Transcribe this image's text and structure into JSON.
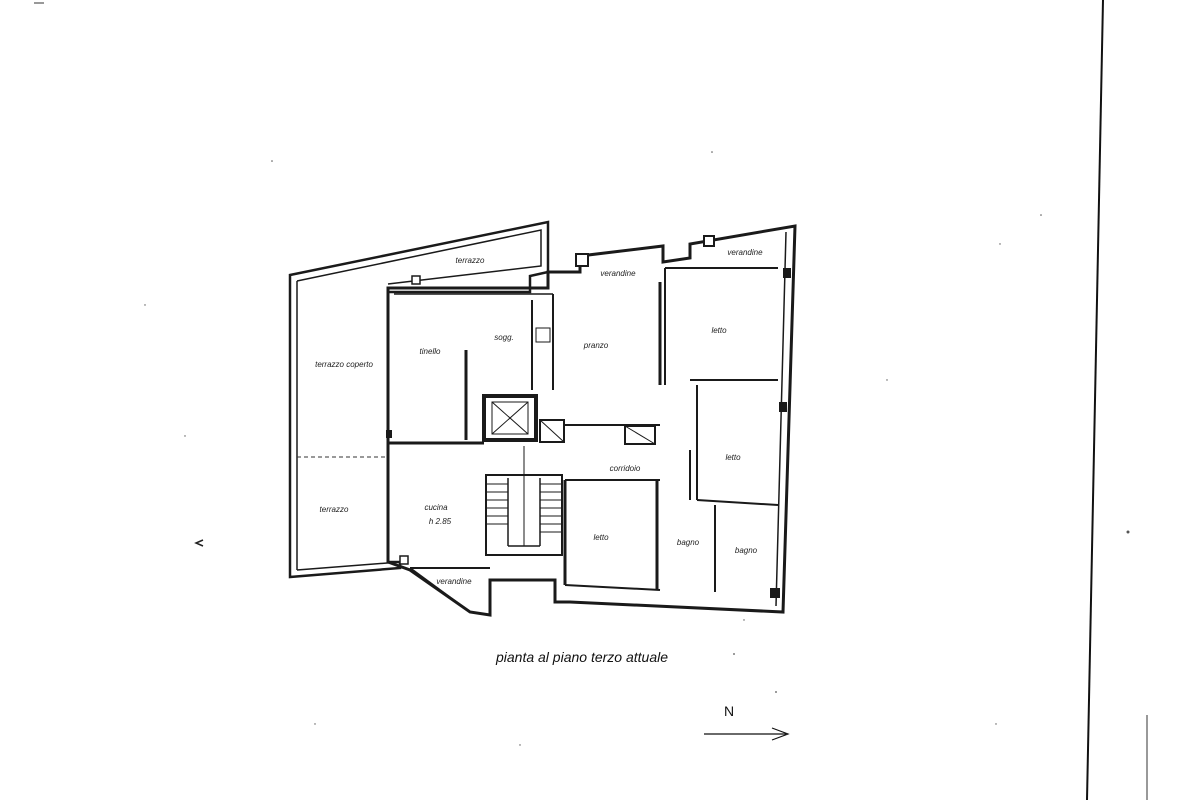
{
  "rooms": {
    "terrazzo_top": "terrazzo",
    "verandine_mid": "verandine",
    "verandine_right": "verandine",
    "terrazzo_coperto": "terrazzo coperto",
    "tinello": "tinello",
    "sogg": "sogg.",
    "pranzo": "pranzo",
    "letto_1": "letto",
    "letto_2": "letto",
    "corridoio": "corridoio",
    "terrazzo_bottom": "terrazzo",
    "cucina": "cucina",
    "cucina_height": "h 2.85",
    "letto_3": "letto",
    "bagno_1": "bagno",
    "bagno_2": "bagno",
    "verandine_bottom": "verandine"
  },
  "caption": "pianta al piano terzo attuale",
  "north_label": "N",
  "colors": {
    "ink": "#1a1a1a",
    "paper": "#ffffff"
  }
}
